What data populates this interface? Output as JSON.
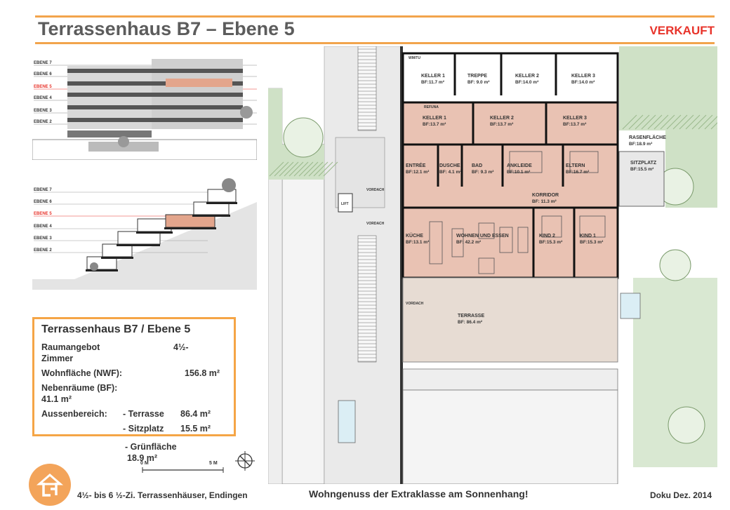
{
  "header": {
    "title": "Terrassenhaus B7 – Ebene 5",
    "status": "VERKAUFT"
  },
  "elevations": {
    "levels_top": [
      "EBENE 7",
      "EBENE 6",
      "EBENE 5",
      "EBENE 4",
      "EBENE 3",
      "EBENE 2"
    ],
    "levels_bottom": [
      "EBENE 7",
      "EBENE 6",
      "EBENE 5",
      "EBENE 4",
      "EBENE 3",
      "EBENE 2"
    ]
  },
  "infobox": {
    "heading": "Terrassenhaus B7 / Ebene 5",
    "raumangebot_label": "Raumangebot",
    "raumangebot_value": "4½-",
    "raumangebot_cont": "Zimmer",
    "wohnflaeche_label": "Wohnfläche (NWF):",
    "wohnflaeche_value": "156.8 m²",
    "nebenraeume_label": "Nebenräume (BF):",
    "nebenraeume_value": "41.1 m²",
    "aussen_label": "Aussenbereich:",
    "terrasse": "- Terrasse",
    "terrasse_value": "86.4 m²",
    "sitzplatz": "- Sitzplatz",
    "sitzplatz_value": "15.5 m²",
    "gruen": "- Grünfläche",
    "gruen_value": "18.9 m²"
  },
  "scale": {
    "start": "0 M",
    "end": "5 M"
  },
  "plan": {
    "rooms": [
      {
        "name": "KELLER 1",
        "area": "BF:11.7 m²"
      },
      {
        "name": "TREPPE",
        "area": "BF: 9.0 m²"
      },
      {
        "name": "KELLER 2",
        "area": "BF:14.0 m²"
      },
      {
        "name": "KELLER 3",
        "area": "BF:14.0 m²"
      },
      {
        "name": "KELLER 1",
        "area": "BF:13.7 m²"
      },
      {
        "name": "KELLER 2",
        "area": "BF:13.7 m²"
      },
      {
        "name": "KELLER 3",
        "area": "BF:13.7 m²"
      },
      {
        "name": "ENTRÉE",
        "area": "BF:12.1 m²"
      },
      {
        "name": "DUSCHE",
        "area": "BF: 4.1 m²"
      },
      {
        "name": "BAD",
        "area": "BF: 9.3 m²"
      },
      {
        "name": "ANKLEIDE",
        "area": "BF:10.1 m²"
      },
      {
        "name": "ELTERN",
        "area": "BF:16.7 m²"
      },
      {
        "name": "KORRIDOR",
        "area": "BF: 11.3 m²"
      },
      {
        "name": "KÜCHE",
        "area": "BF:13.1 m²"
      },
      {
        "name": "WOHNEN UND ESSEN",
        "area": "BF: 42.2 m²"
      },
      {
        "name": "KIND 2",
        "area": "BF:15.3 m²"
      },
      {
        "name": "KIND 1",
        "area": "BF:15.3 m²"
      },
      {
        "name": "TERRASSE",
        "area": "BF: 86.4 m²"
      },
      {
        "name": "RASENFLÄCHE",
        "area": "BF:18.9 m²"
      },
      {
        "name": "SITZPLATZ",
        "area": "BF:15.5 m²"
      }
    ],
    "small_labels": [
      "WM/TU",
      "REFUNA",
      "LIFT",
      "VORDACH",
      "VORDACH",
      "VORDACH"
    ]
  },
  "footer": {
    "left": "4½- bis 6 ½-Zi. Terrassenhäuser, Endingen",
    "center": "Wohngenuss der Extraklasse am Sonnenhang!",
    "right": "Doku Dez. 2014"
  },
  "colors": {
    "accent": "#f2a44c",
    "status": "#e8332a",
    "room_fill": "#e9c2b3"
  }
}
